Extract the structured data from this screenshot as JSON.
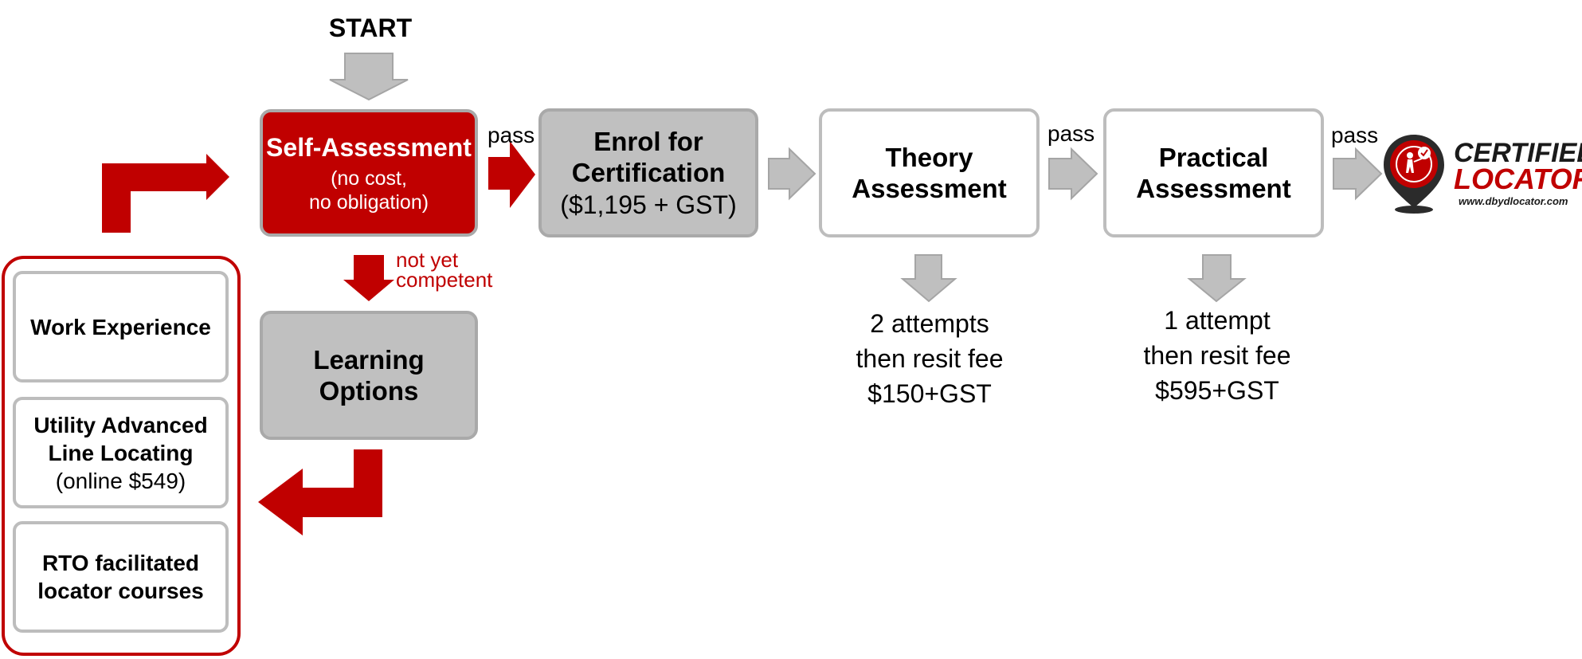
{
  "start_label": "START",
  "self_assessment": {
    "title": "Self-Assessment",
    "line1": "(no cost,",
    "line2": "no obligation)"
  },
  "enrol": {
    "line1": "Enrol for",
    "line2": "Certification",
    "fee": "($1,195 + GST)"
  },
  "theory": {
    "line1": "Theory",
    "line2": "Assessment"
  },
  "practical": {
    "line1": "Practical",
    "line2": "Assessment"
  },
  "pass_label": "pass",
  "not_yet": {
    "line1": "not yet",
    "line2": "competent"
  },
  "learning": {
    "line1": "Learning",
    "line2": "Options"
  },
  "theory_note": {
    "line1": "2 attempts",
    "line2": "then resit fee",
    "line3": "$150+GST"
  },
  "practical_note": {
    "line1": "1 attempt",
    "line2": "then resit fee",
    "line3": "$595+GST"
  },
  "options": {
    "work": "Work Experience",
    "utility_line1": "Utility Advanced",
    "utility_line2": "Line Locating",
    "utility_price": "(online $549)",
    "rto_line1": "RTO facilitated",
    "rto_line2": "locator courses"
  },
  "logo": {
    "word1": "CERTIFIED",
    "word2": "LOCATOR",
    "url": "www.dbydlocator.com"
  },
  "colors": {
    "red": "#c00000",
    "grey": "#c0c0c0",
    "border": "#bdbdbd",
    "arrow_grey": "#bfbfbf"
  }
}
